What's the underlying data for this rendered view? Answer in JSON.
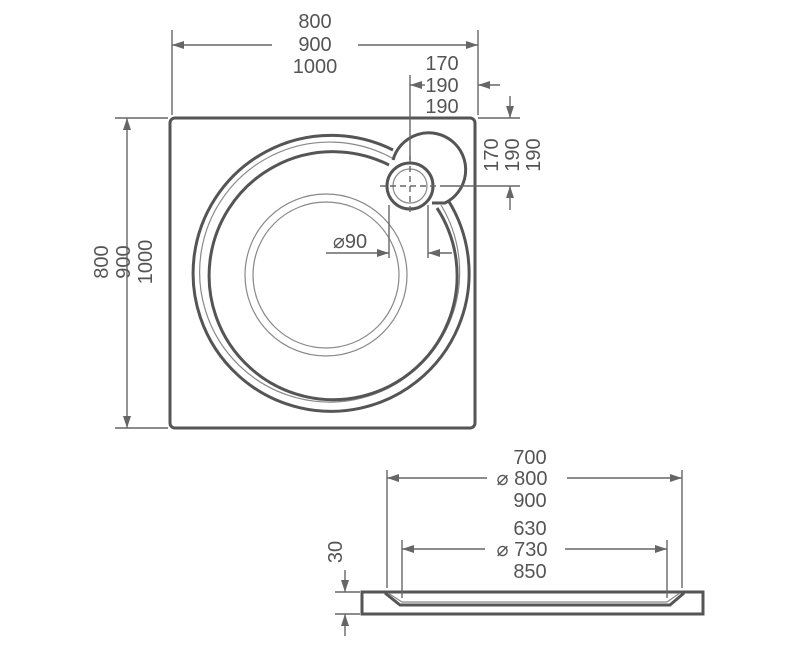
{
  "plan_view": {
    "width_dims": [
      "800",
      "900",
      "1000"
    ],
    "height_dims": [
      "800",
      "900",
      "1000"
    ],
    "drain_offset_x": [
      "170",
      "190",
      "190"
    ],
    "drain_offset_y": [
      "170",
      "190",
      "190"
    ],
    "drain_diameter": "⌀90"
  },
  "side_view": {
    "outer_diameter": [
      "700",
      "⌀ 800",
      "900"
    ],
    "inner_diameter": [
      "630",
      "⌀ 730",
      "850"
    ],
    "height": "30"
  },
  "colors": {
    "line": "#555555",
    "background": "#ffffff"
  }
}
